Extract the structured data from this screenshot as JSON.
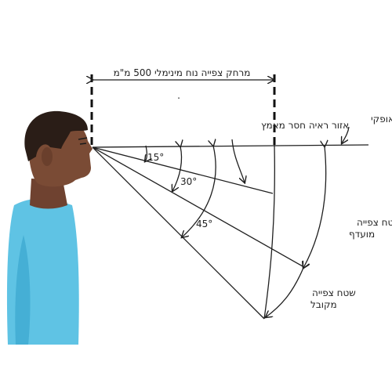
{
  "labels": {
    "distance": "מרחק צפייה נוח מינימלי 500 מ\"מ",
    "horizontal_line": "קו ראיה אופקי",
    "no_effort_zone": "אזור ראיה חסר מאמץ",
    "preferred_area_line1": "שטח צפייה",
    "preferred_area_line2": "מועדף",
    "acceptable_area_line1": "שטח צפייה",
    "acceptable_area_line2": "מקובל",
    "angle_15": "15°",
    "angle_30": "30°",
    "angle_45": "45°"
  },
  "colors": {
    "skin": "#7a4b35",
    "hair": "#2a1d17",
    "shirt": "#5fc3e4",
    "shirt_shadow": "#3aa6cf",
    "line": "#1f1f1f"
  },
  "icons": [
    "person-profile",
    "arrow-heads"
  ]
}
